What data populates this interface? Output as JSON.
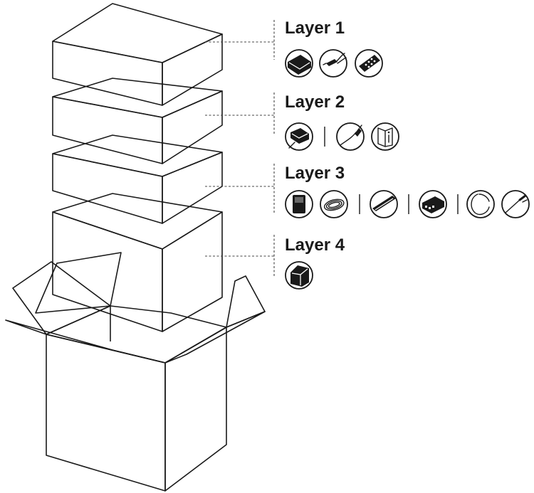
{
  "colors": {
    "box_top": "#a7a7a9",
    "box_front": "#999a9c",
    "box_side": "#8b8b8d",
    "outline": "#1a1a1a",
    "carton": "#ffffff"
  },
  "layers": [
    {
      "label": "Layer 1",
      "icons": [
        [
          "tray-icon",
          "cable-icon",
          "remote-control-icon"
        ]
      ]
    },
    {
      "label": "Layer 2",
      "icons": [
        [
          "adapter-icon"
        ],
        [
          "power-cord-icon",
          "manual-icon"
        ]
      ]
    },
    {
      "label": "Layer 3",
      "icons": [
        [
          "speaker-unit-icon",
          "coiled-cable-icon"
        ],
        [
          "soundbar-icon"
        ],
        [
          "module-box-icon"
        ],
        [
          "ring-cable-icon",
          "probe-icon"
        ]
      ]
    },
    {
      "label": "Layer 4",
      "icons": [
        [
          "subwoofer-icon"
        ]
      ]
    }
  ]
}
